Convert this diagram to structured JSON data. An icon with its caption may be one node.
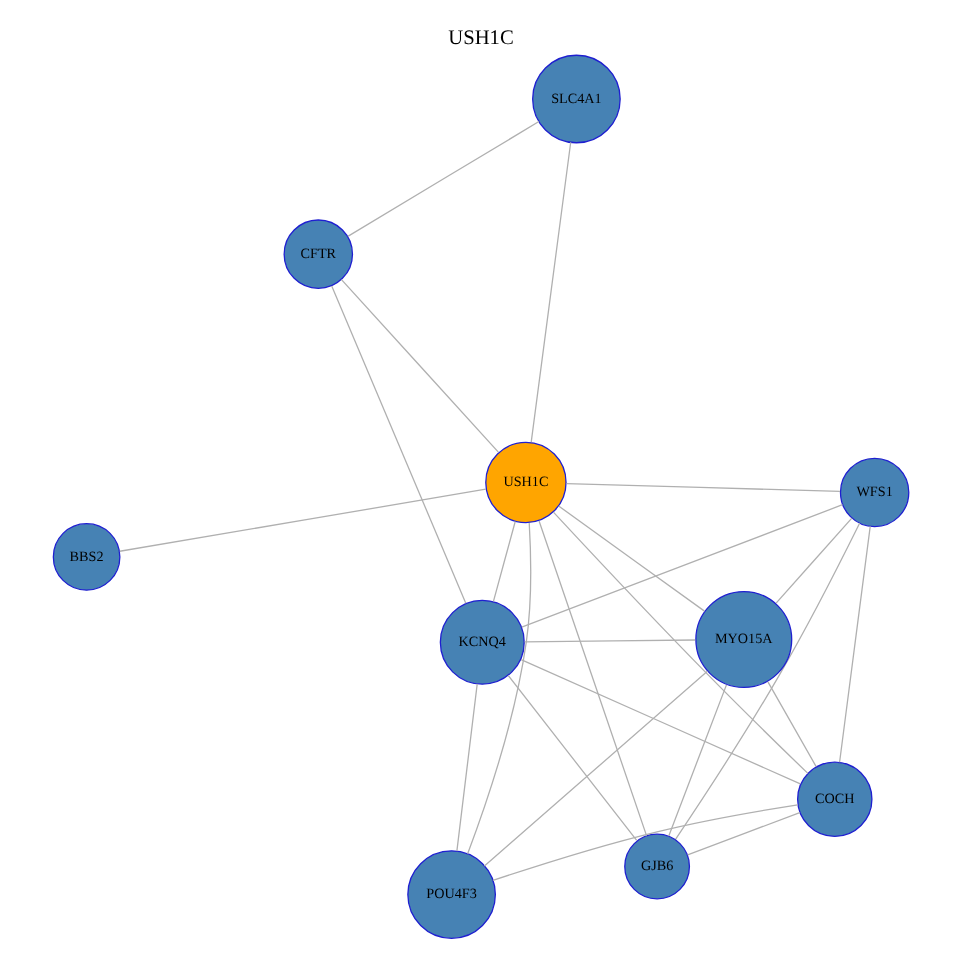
{
  "diagram": {
    "title": "USH1C",
    "nodes": [
      {
        "text": [
          "BBS2"
        ]
      },
      {
        "text": [
          "SLC4A1"
        ]
      },
      {
        "text": [
          "GJB6"
        ]
      },
      {
        "text": [
          "USH1C"
        ]
      },
      {
        "text": [
          "WFS1"
        ]
      },
      {
        "text": [
          "CFTR"
        ]
      },
      {
        "text": [
          "KCNQ4"
        ]
      },
      {
        "text": [
          "COCH"
        ]
      },
      {
        "text": [
          "MYO15A"
        ]
      },
      {
        "text": [
          "POU4F3"
        ]
      }
    ],
    "edges": [
      {
        "from": 3,
        "to": 0,
        "arrow": "none"
      },
      {
        "from": 3,
        "to": 1,
        "arrow": "none"
      },
      {
        "from": 3,
        "to": 5,
        "arrow": "none"
      },
      {
        "from": 1,
        "to": 5,
        "arrow": "none"
      },
      {
        "from": 5,
        "to": 6,
        "arrow": "none"
      },
      {
        "from": 3,
        "to": 2,
        "arrow": "none"
      },
      {
        "from": 3,
        "to": 4,
        "arrow": "none"
      },
      {
        "from": 3,
        "to": 6,
        "arrow": "none"
      },
      {
        "from": 3,
        "to": 9,
        "arrow": "none"
      },
      {
        "from": 3,
        "to": 8,
        "arrow": "none"
      },
      {
        "from": 3,
        "to": 7,
        "arrow": "none"
      },
      {
        "from": 2,
        "to": 4,
        "arrow": "none"
      },
      {
        "from": 2,
        "to": 7,
        "arrow": "none"
      },
      {
        "from": 2,
        "to": 8,
        "arrow": "none"
      },
      {
        "from": 2,
        "to": 6,
        "arrow": "none"
      },
      {
        "from": 4,
        "to": 7,
        "arrow": "none"
      },
      {
        "from": 4,
        "to": 8,
        "arrow": "none"
      },
      {
        "from": 4,
        "to": 6,
        "arrow": "none"
      },
      {
        "from": 7,
        "to": 8,
        "arrow": "none"
      },
      {
        "from": 7,
        "to": 9,
        "arrow": "none"
      },
      {
        "from": 7,
        "to": 6,
        "arrow": "none"
      },
      {
        "from": 8,
        "to": 6,
        "arrow": "none"
      },
      {
        "from": 8,
        "to": 9,
        "arrow": "none"
      },
      {
        "from": 6,
        "to": 9,
        "arrow": "none"
      }
    ]
  }
}
